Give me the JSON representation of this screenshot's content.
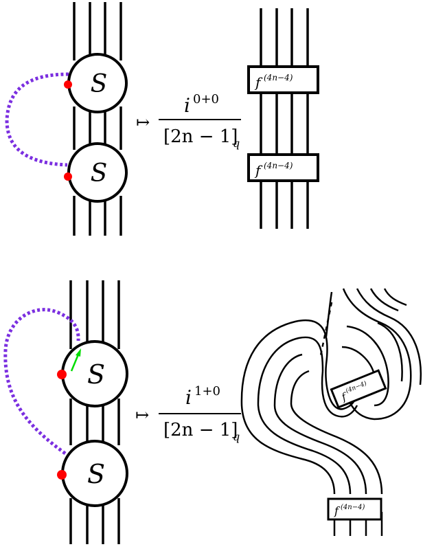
{
  "panels": [
    {
      "id": "top",
      "node_label": "S",
      "arrow_symbol": "↦",
      "coefficient": {
        "base": "i",
        "exponent": "0+0",
        "denominator": "[2n − 1]",
        "subscript": "q"
      },
      "projector_label": {
        "base": "f",
        "superscript": "(4n−4)"
      }
    },
    {
      "id": "bottom",
      "node_label": "S",
      "arrow_symbol": "↦",
      "coefficient": {
        "base": "i",
        "exponent": "1+0",
        "denominator": "[2n − 1]",
        "subscript": "q"
      },
      "projector_label": {
        "base": "f",
        "superscript": "(4n−4)"
      }
    }
  ],
  "colors": {
    "stroke": "#000000",
    "dotted_arc": "#7b2fe0",
    "marked_point": "#ff0000",
    "rotation_arrow": "#00dd00",
    "background": "#ffffff"
  },
  "icons": {
    "marked_point": "red-dot",
    "rotation_arrow": "green-arrow",
    "maps_to": "mapsto-arrow"
  }
}
